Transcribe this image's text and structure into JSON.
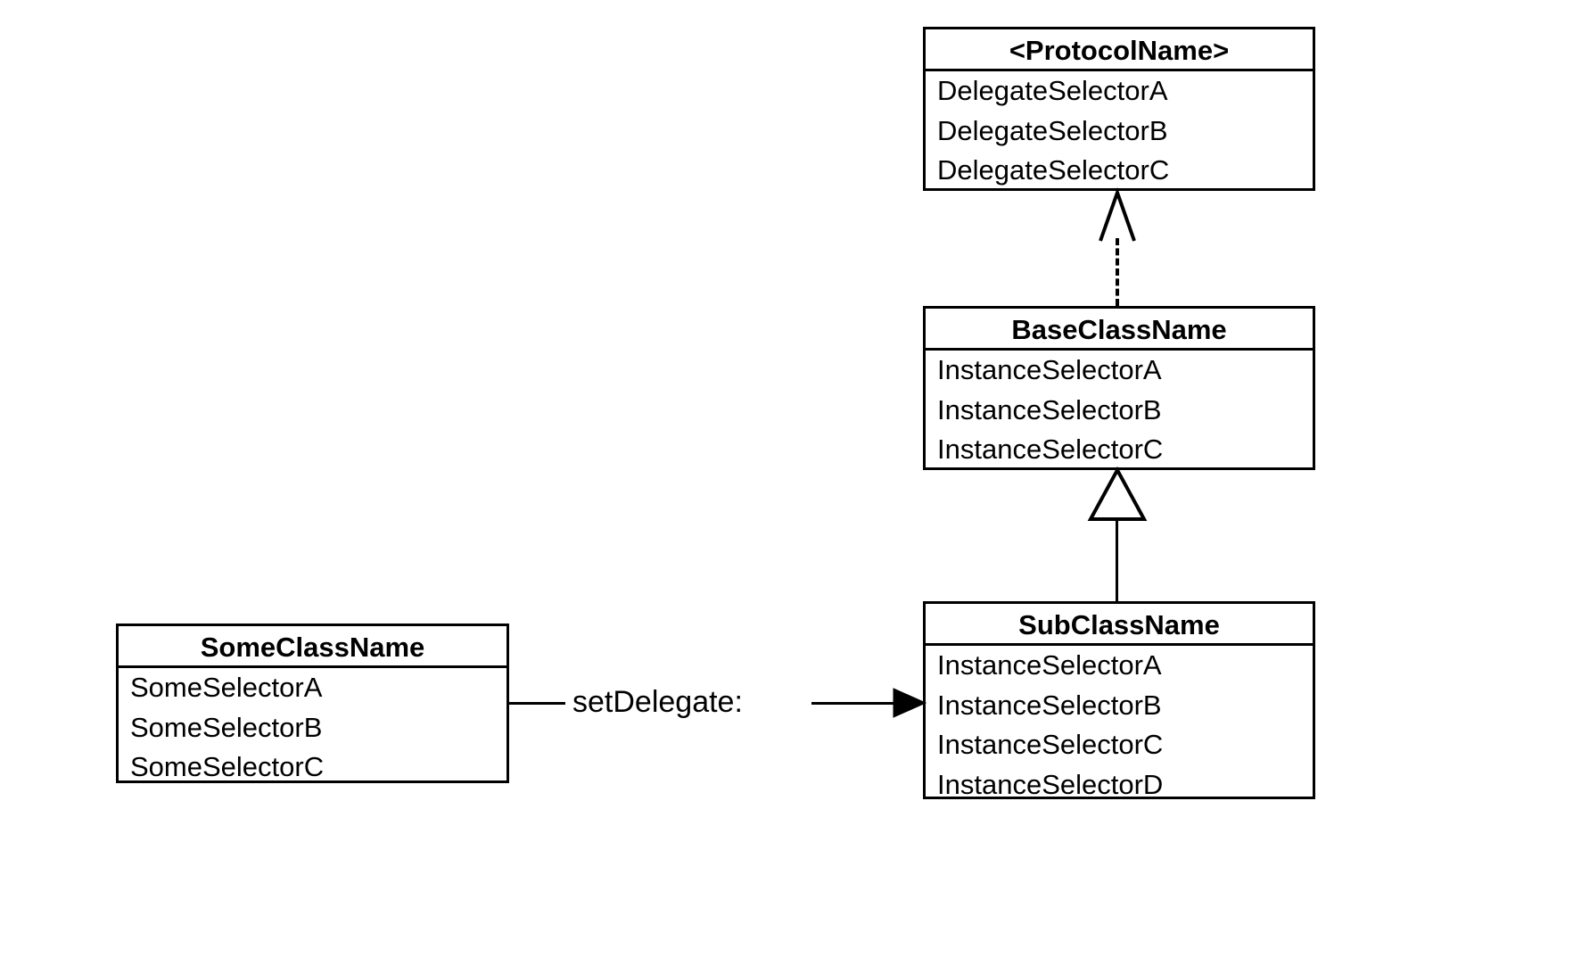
{
  "diagram": {
    "title": "Objective-C delegation UML class diagram",
    "type": "uml-class-diagram",
    "background_color": "#ffffff",
    "stroke_color": "#000000",
    "text_color": "#000000"
  },
  "boxes": {
    "protocol": {
      "name": "<ProtocolName>",
      "members": [
        "DelegateSelectorA",
        "DelegateSelectorB",
        "DelegateSelectorC"
      ]
    },
    "base_class": {
      "name": "BaseClassName",
      "members": [
        "InstanceSelectorA",
        "InstanceSelectorB",
        "InstanceSelectorC"
      ]
    },
    "sub_class": {
      "name": "SubClassName",
      "members": [
        "InstanceSelectorA",
        "InstanceSelectorB",
        "InstanceSelectorC",
        "InstanceSelectorD"
      ]
    },
    "some_class": {
      "name": "SomeClassName",
      "members": [
        "SomeSelectorA",
        "SomeSelectorB",
        "SomeSelectorC"
      ]
    }
  },
  "connectors": {
    "realization": {
      "from": "BaseClassName",
      "to": "<ProtocolName>",
      "style": "dashed",
      "arrowhead": "open-v",
      "label": ""
    },
    "generalization": {
      "from": "SubClassName",
      "to": "BaseClassName",
      "style": "solid",
      "arrowhead": "hollow-triangle",
      "label": ""
    },
    "association": {
      "from": "SomeClassName",
      "to": "SubClassName",
      "style": "solid",
      "arrowhead": "filled",
      "label": "setDelegate:"
    }
  }
}
